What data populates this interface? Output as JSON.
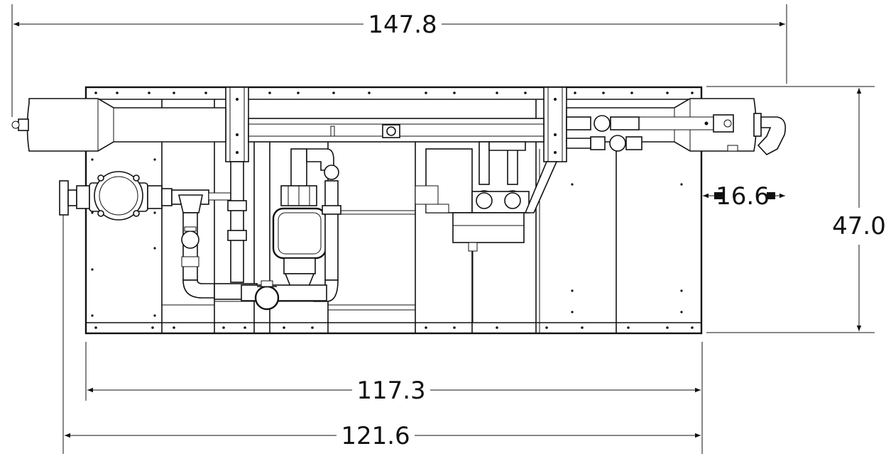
{
  "dimensions": {
    "overall_width": "147.8",
    "height": "47.0",
    "offset_right": "16.6",
    "frame_width": "117.3",
    "base_width": "121.6"
  },
  "colors": {
    "line": "#111111",
    "background": "#ffffff"
  }
}
